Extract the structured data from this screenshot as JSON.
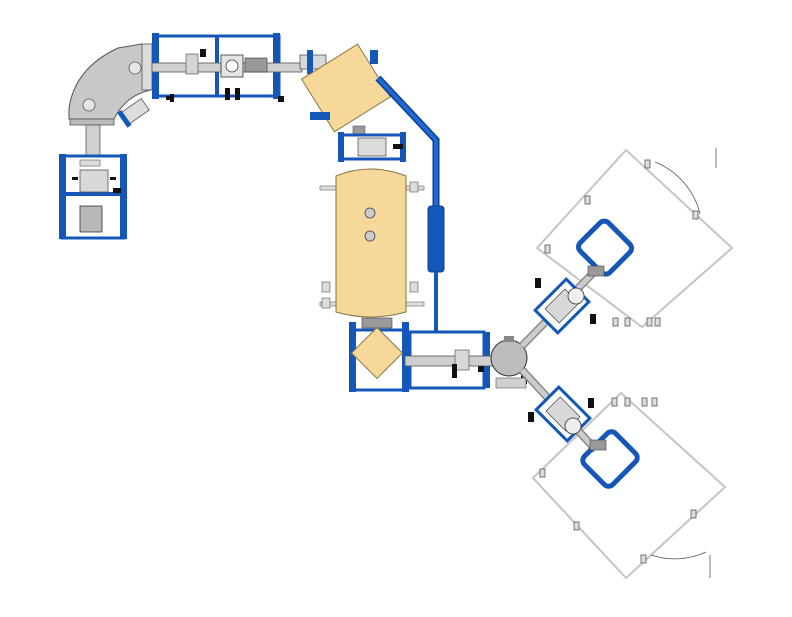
{
  "diagram": {
    "title": "",
    "labels": []
  },
  "colors": {
    "frame_blue": "#1557b8",
    "frame_blue_dark": "#0b3f94",
    "chamber_tan": "#f5d89a",
    "chamber_tan_stroke": "#8a7440",
    "pipe_gray": "#c8c8c8",
    "pipe_gray_dark": "#777777",
    "enclosure_gray": "#c4c4c4",
    "knob_black": "#111111"
  },
  "components": [
    {
      "id": "bend-elbow",
      "kind": "pipe-elbow"
    },
    {
      "id": "left-stand",
      "kind": "frame"
    },
    {
      "id": "top-frame",
      "kind": "frame"
    },
    {
      "id": "tan-block-upper",
      "kind": "chamber"
    },
    {
      "id": "cross-pipe",
      "kind": "beamline"
    },
    {
      "id": "small-frame-mid",
      "kind": "frame"
    },
    {
      "id": "tan-vessel",
      "kind": "chamber"
    },
    {
      "id": "tan-block-lower",
      "kind": "chamber"
    },
    {
      "id": "bottom-frame",
      "kind": "frame"
    },
    {
      "id": "sphere-chamber",
      "kind": "chamber"
    },
    {
      "id": "upper-arm",
      "kind": "branch"
    },
    {
      "id": "lower-arm",
      "kind": "branch"
    },
    {
      "id": "upper-enclosure",
      "kind": "enclosure"
    },
    {
      "id": "lower-enclosure",
      "kind": "enclosure"
    }
  ]
}
